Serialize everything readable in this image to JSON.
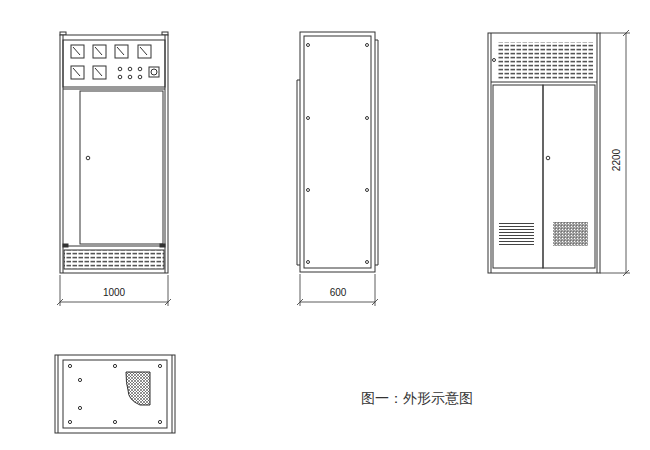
{
  "diagram": {
    "caption": "图一：外形示意图",
    "labels": [
      "1000",
      "600",
      "2200"
    ]
  }
}
